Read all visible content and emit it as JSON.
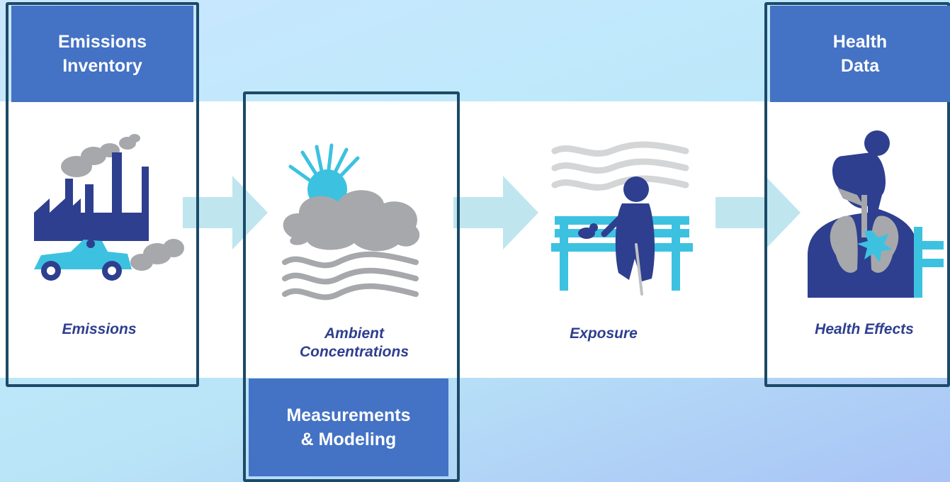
{
  "stages": [
    {
      "caption": "Emissions",
      "icon": "factory-car-icon"
    },
    {
      "caption": "Ambient\nConcentrations",
      "icon": "sun-cloud-icon"
    },
    {
      "caption": "Exposure",
      "icon": "person-bench-icon"
    },
    {
      "caption": "Health Effects",
      "icon": "lungs-person-icon"
    }
  ],
  "data_sources": {
    "emissions_inventory": "Emissions\nInventory",
    "measurements_modeling": "Measurements\n& Modeling",
    "health_data": "Health\nData"
  },
  "colors": {
    "navy": "#2e3f8f",
    "cyan": "#3cc2e0",
    "gray": "#a6a8ab",
    "header_blue": "#4472c4",
    "frame_border": "#1c4a68",
    "arrow": "#bfe6ee"
  }
}
